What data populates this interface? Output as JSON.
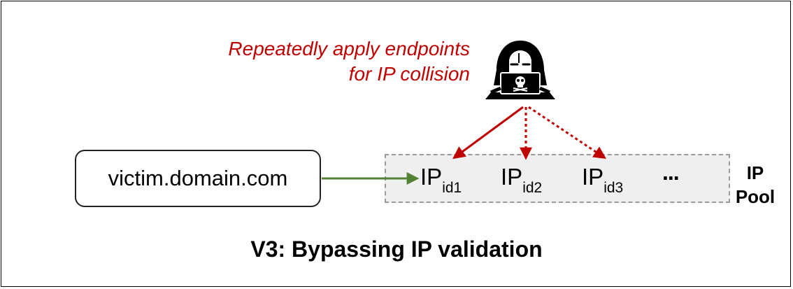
{
  "annotation": {
    "line1": "Repeatedly apply endpoints",
    "line2": "for IP collision"
  },
  "domain": "victim.domain.com",
  "ip_pool": {
    "items": [
      {
        "main": "IP",
        "sub": "id1"
      },
      {
        "main": "IP",
        "sub": "id2"
      },
      {
        "main": "IP",
        "sub": "id3"
      }
    ],
    "ellipsis": "...",
    "label_line1": "IP",
    "label_line2": "Pool"
  },
  "caption": "V3: Bypassing IP validation",
  "icons": {
    "attacker": "hacker-icon"
  },
  "colors": {
    "attack_arrow": "#c00000",
    "resolve_arrow": "#548235",
    "annotation_text": "#c00000",
    "pool_fill": "#efefef",
    "pool_border": "#9a9a9a"
  }
}
